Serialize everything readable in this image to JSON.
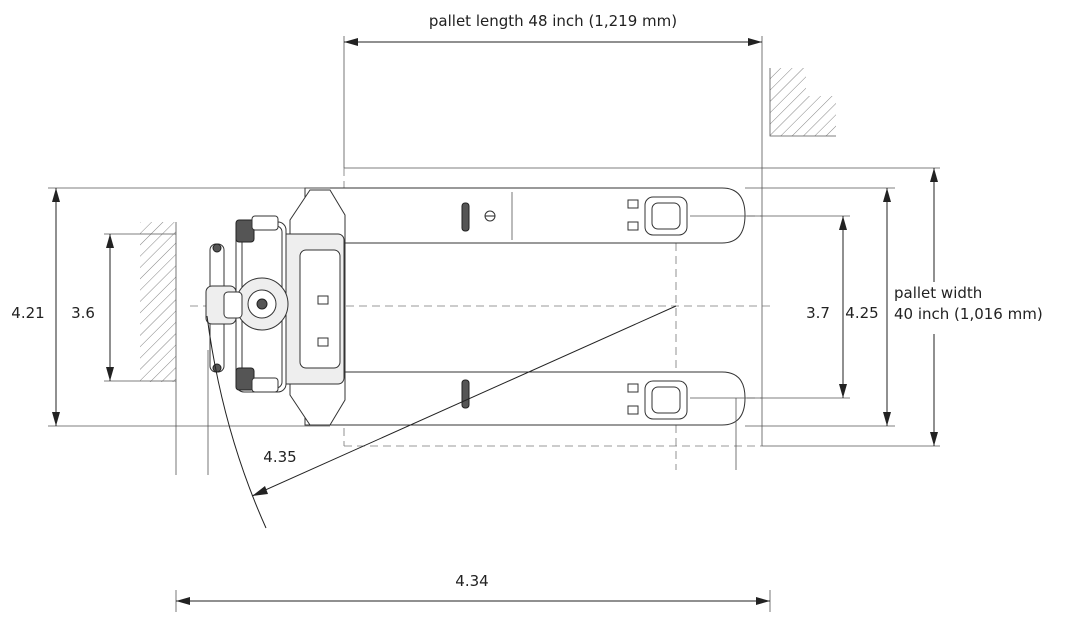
{
  "labels": {
    "pallet_length": "pallet length 48 inch (1,219 mm)",
    "pallet_width_line1": "pallet width",
    "pallet_width_line2": "40 inch (1,016 mm)",
    "dim_overall_width": "4.21",
    "dim_inner_width": "3.6",
    "dim_fork_inner": "3.7",
    "dim_fork_outer": "4.25",
    "dim_turning_radius": "4.35",
    "dim_total_length": "4.34"
  }
}
